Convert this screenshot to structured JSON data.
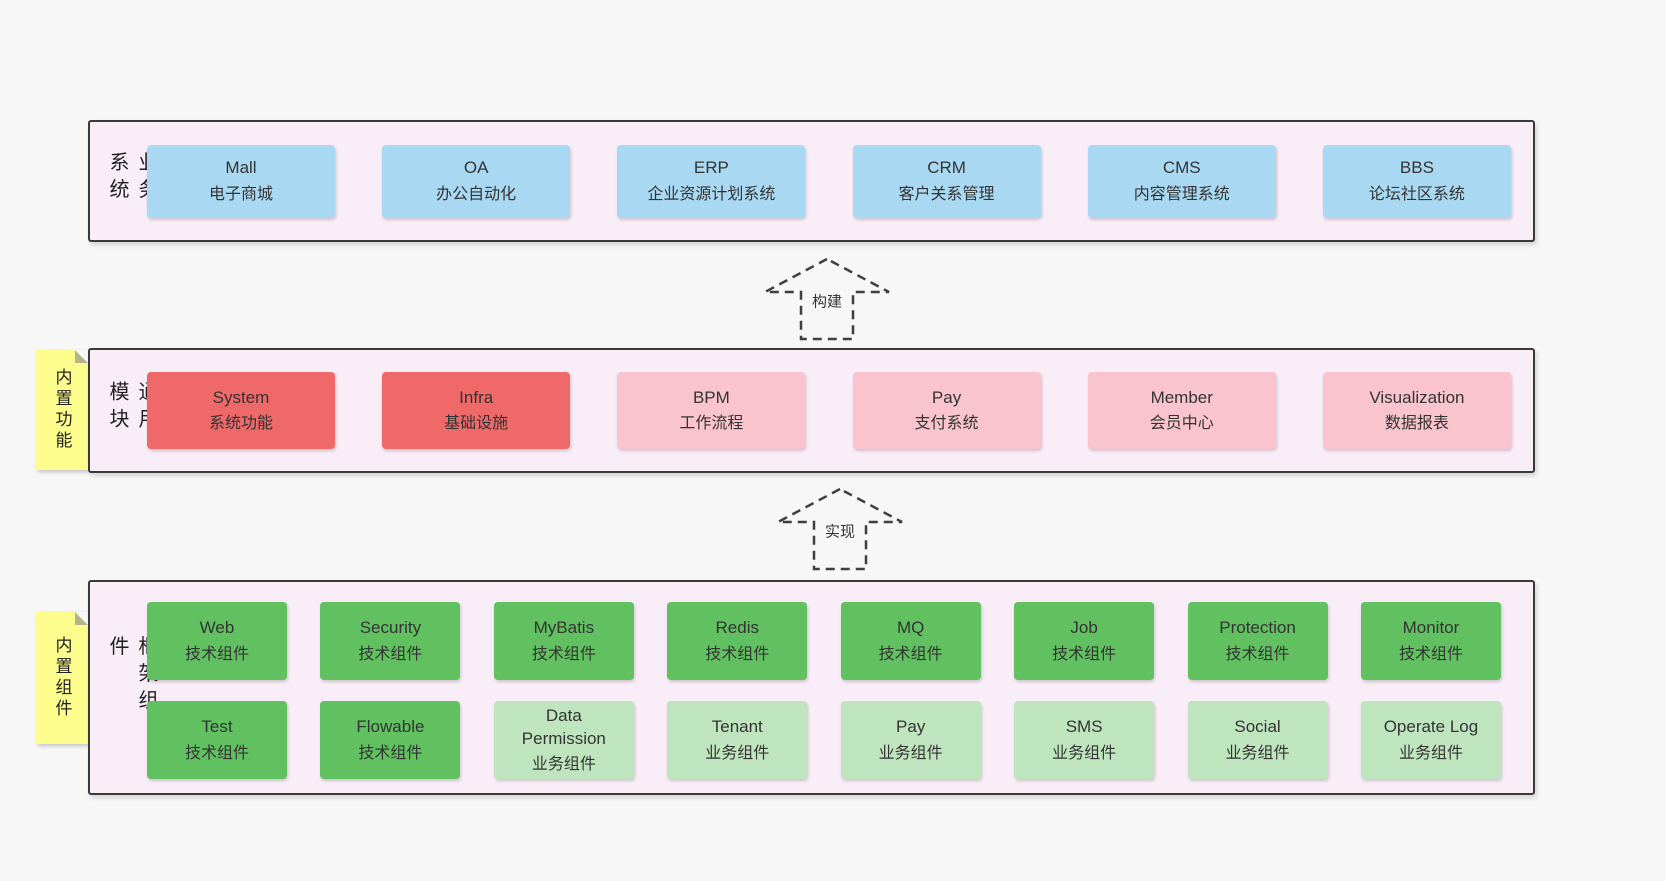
{
  "colors": {
    "page_bg": "#f7f7f7",
    "panel_bg": "#f9edf7",
    "panel_border": "#3a3a3a",
    "blue": "#a9d9f2",
    "red": "#f06969",
    "pink": "#f9c4ce",
    "green": "#61c161",
    "lightgreen": "#bfe5bf",
    "sticky": "#fdfd8d",
    "arrow_stroke": "#3f3f3f"
  },
  "arrows": [
    {
      "label": "构建"
    },
    {
      "label": "实现"
    }
  ],
  "stickies": [
    {
      "label": "内置功能"
    },
    {
      "label": "内置组件"
    }
  ],
  "layers": [
    {
      "label": "业务系统",
      "rows": [
        [
          {
            "title": "Mall",
            "subtitle": "电子商城"
          },
          {
            "title": "OA",
            "subtitle": "办公自动化"
          },
          {
            "title": "ERP",
            "subtitle": "企业资源计划系统"
          },
          {
            "title": "CRM",
            "subtitle": "客户关系管理"
          },
          {
            "title": "CMS",
            "subtitle": "内容管理系统"
          },
          {
            "title": "BBS",
            "subtitle": "论坛社区系统"
          }
        ]
      ]
    },
    {
      "label": "通用模块",
      "rows": [
        [
          {
            "title": "System",
            "subtitle": "系统功能"
          },
          {
            "title": "Infra",
            "subtitle": "基础设施"
          },
          {
            "title": "BPM",
            "subtitle": "工作流程"
          },
          {
            "title": "Pay",
            "subtitle": "支付系统"
          },
          {
            "title": "Member",
            "subtitle": "会员中心"
          },
          {
            "title": "Visualization",
            "subtitle": "数据报表"
          }
        ]
      ]
    },
    {
      "label": "框架组件",
      "rows": [
        [
          {
            "title": "Web",
            "subtitle": "技术组件"
          },
          {
            "title": "Security",
            "subtitle": "技术组件"
          },
          {
            "title": "MyBatis",
            "subtitle": "技术组件"
          },
          {
            "title": "Redis",
            "subtitle": "技术组件"
          },
          {
            "title": "MQ",
            "subtitle": "技术组件"
          },
          {
            "title": "Job",
            "subtitle": "技术组件"
          },
          {
            "title": "Protection",
            "subtitle": "技术组件"
          },
          {
            "title": "Monitor",
            "subtitle": "技术组件"
          }
        ],
        [
          {
            "title": "Test",
            "subtitle": "技术组件"
          },
          {
            "title": "Flowable",
            "subtitle": "技术组件"
          },
          {
            "title": "Data Permission",
            "subtitle": "业务组件"
          },
          {
            "title": "Tenant",
            "subtitle": "业务组件"
          },
          {
            "title": "Pay",
            "subtitle": "业务组件"
          },
          {
            "title": "SMS",
            "subtitle": "业务组件"
          },
          {
            "title": "Social",
            "subtitle": "业务组件"
          },
          {
            "title": "Operate Log",
            "subtitle": "业务组件"
          }
        ]
      ]
    }
  ]
}
